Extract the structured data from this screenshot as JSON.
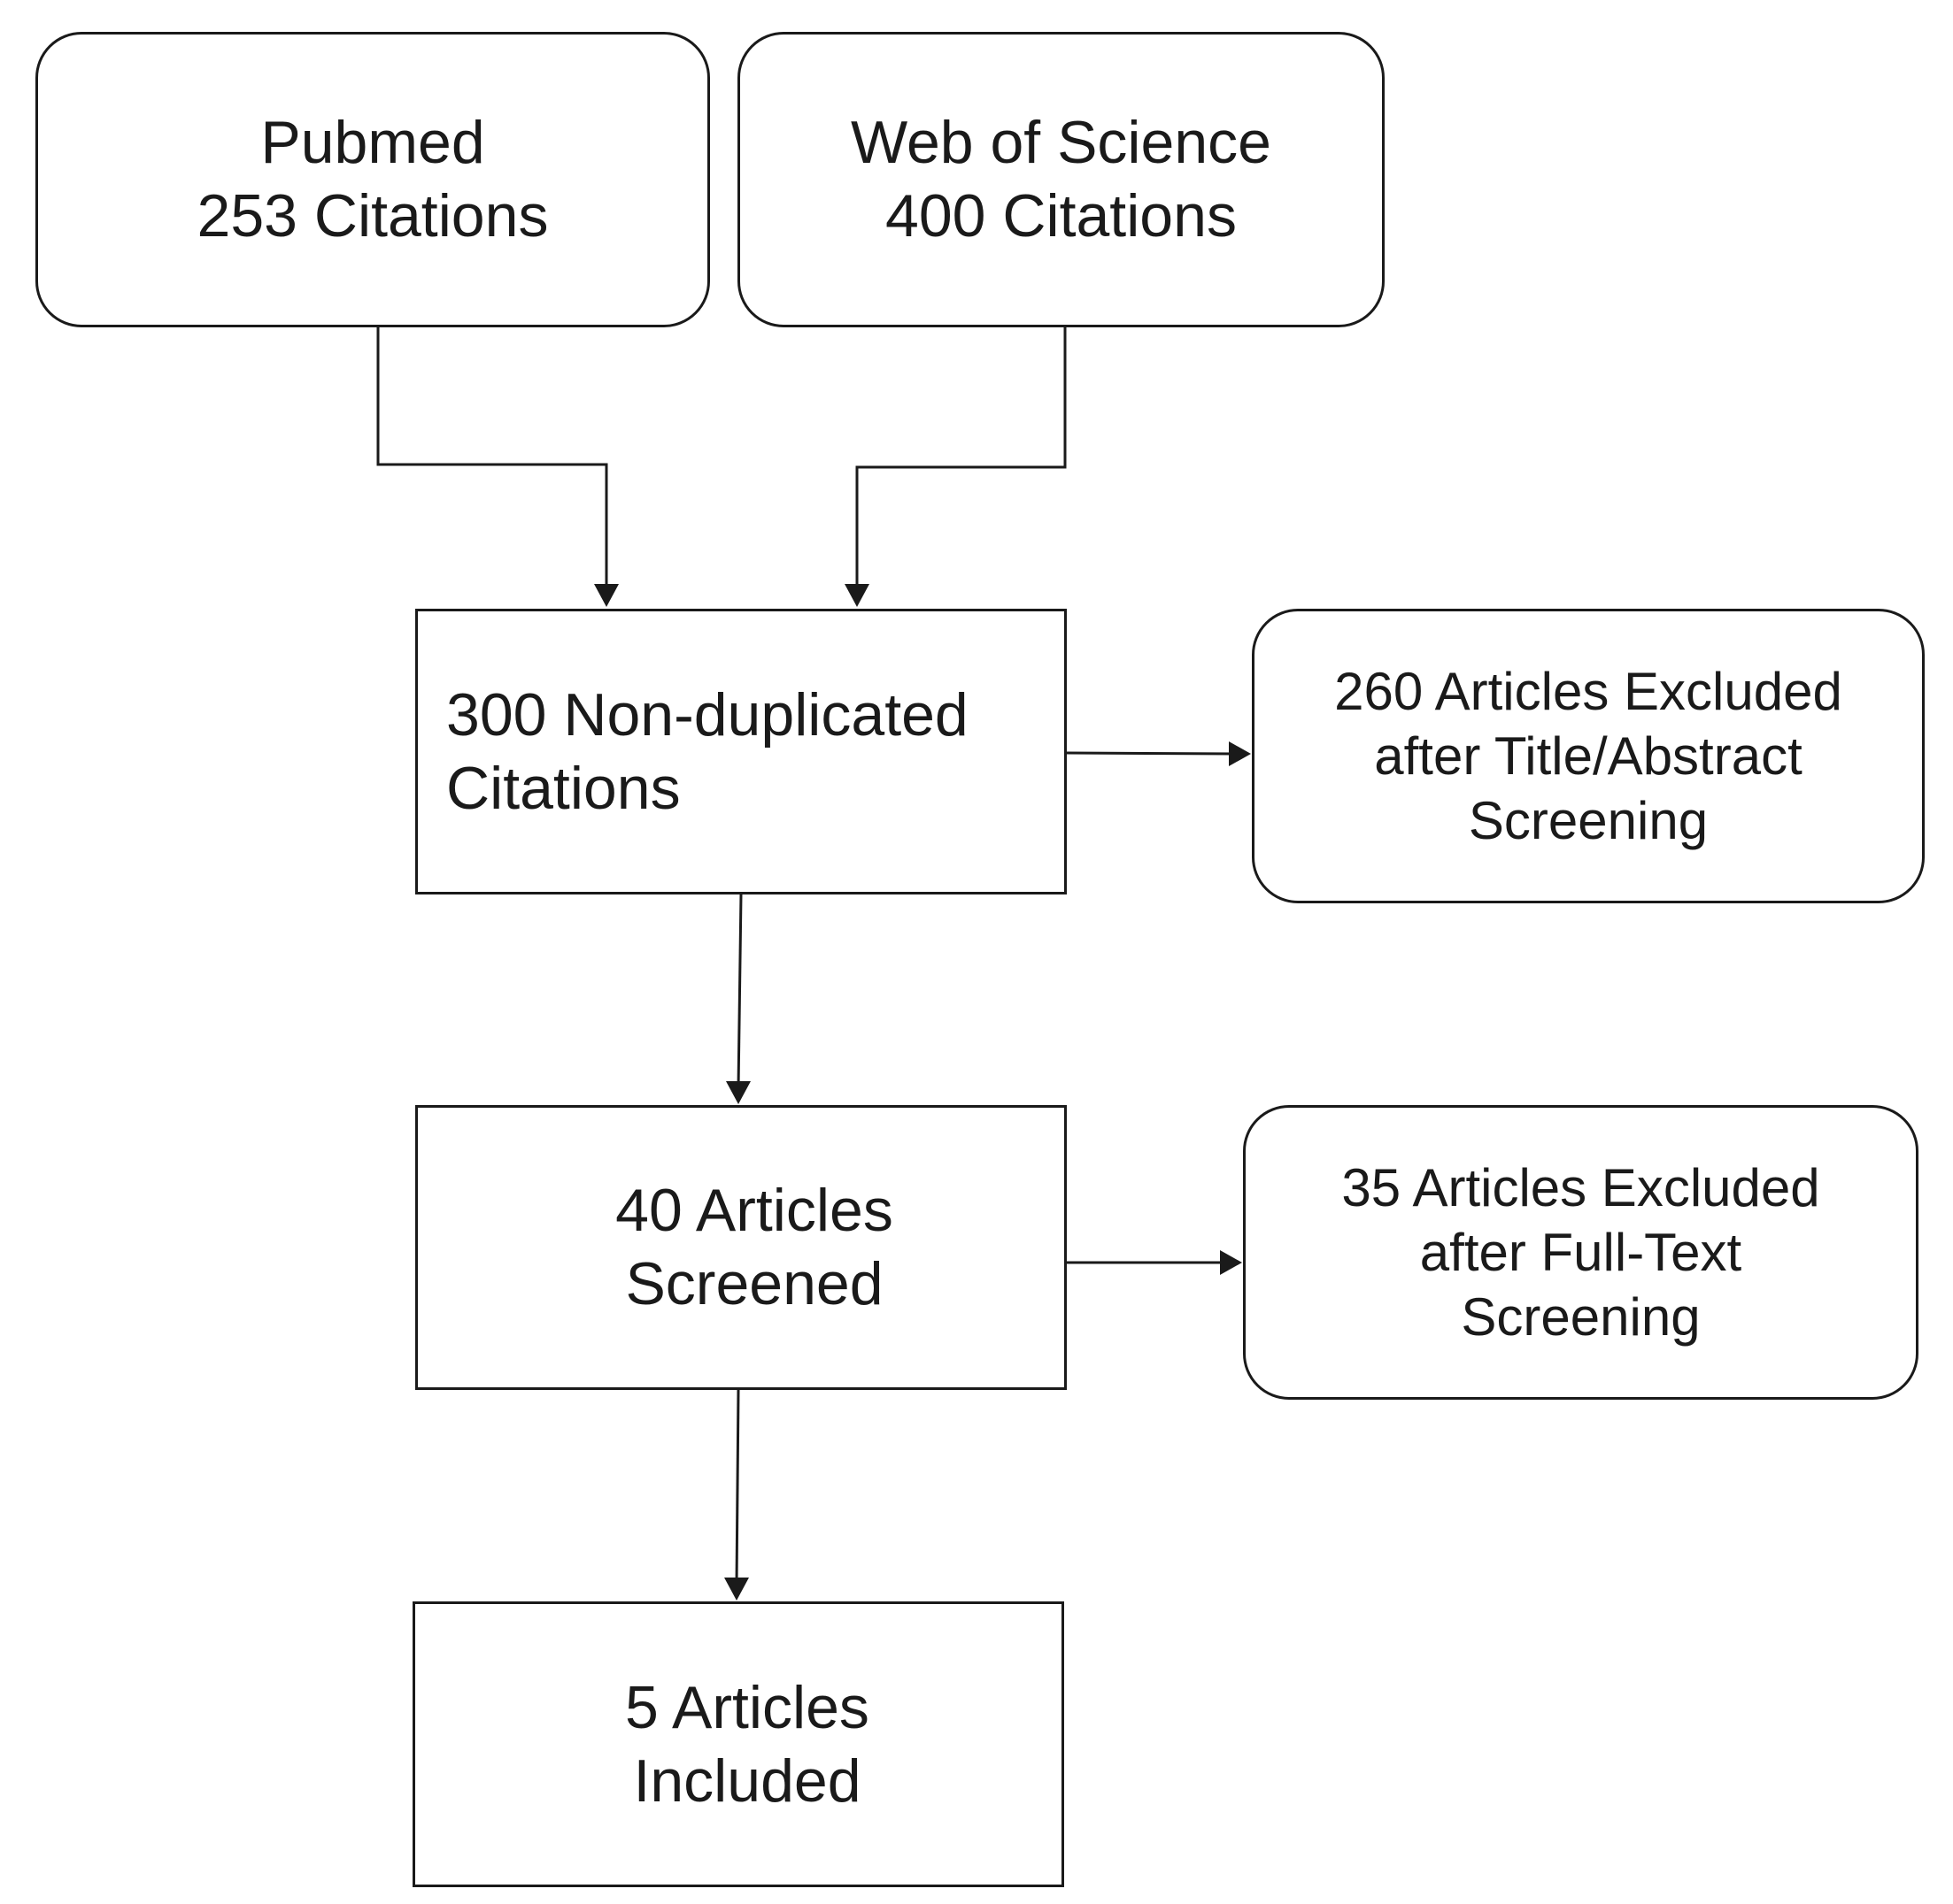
{
  "diagram": {
    "nodes": {
      "pubmed": {
        "lines": [
          "Pubmed",
          "253 Citations"
        ]
      },
      "wos": {
        "lines": [
          "Web of Science",
          "400 Citations"
        ]
      },
      "nondup": {
        "lines": [
          "300 Non-duplicated",
          "Citations"
        ]
      },
      "excl1": {
        "lines": [
          "260 Articles Excluded",
          "after Title/Abstract",
          "Screening"
        ]
      },
      "screened": {
        "lines": [
          "40 Articles",
          "Screened"
        ]
      },
      "excl2": {
        "lines": [
          "35 Articles Excluded",
          "after Full-Text",
          "Screening"
        ]
      },
      "included": {
        "lines": [
          "5 Articles",
          "Included"
        ]
      }
    },
    "edges": [
      {
        "from": "pubmed",
        "to": "nondup"
      },
      {
        "from": "wos",
        "to": "nondup"
      },
      {
        "from": "nondup",
        "to": "excl1"
      },
      {
        "from": "nondup",
        "to": "screened"
      },
      {
        "from": "screened",
        "to": "excl2"
      },
      {
        "from": "screened",
        "to": "included"
      }
    ],
    "colors": {
      "stroke": "#1a1a1a",
      "fill": "#ffffff",
      "text": "#1a1a1a"
    }
  }
}
